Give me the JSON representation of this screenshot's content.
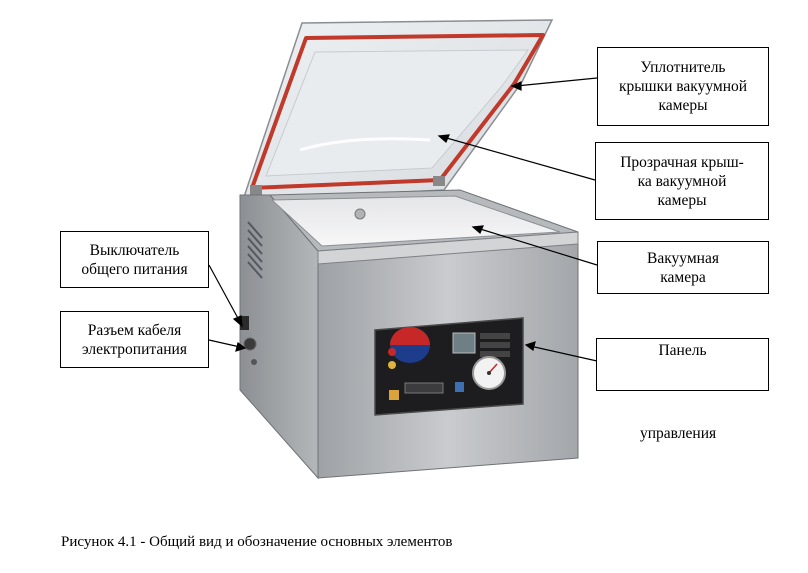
{
  "callouts": {
    "lid_seal": "Уплотнитель\nкрышки вакуумной\nкамеры",
    "transparent_lid": "Прозрачная крыш-\nка вакуумной\nкамеры",
    "vacuum_chamber": "Вакуумная\nкамера",
    "control_panel_line1": "Панель",
    "control_panel_line2": "управления",
    "main_switch": "Выключатель\nобщего питания",
    "power_cable_socket": "Разъем кабеля\nэлектропитания"
  },
  "caption": "Рисунок 4.1 - Общий вид и обозначение основных элементов",
  "colors": {
    "steel": "#a9acaf",
    "steel_dark": "#7d8084",
    "panel": "#1d1d1f",
    "seal": "#c0392b",
    "logo_red": "#c62828",
    "logo_blue": "#1e3c8c"
  }
}
